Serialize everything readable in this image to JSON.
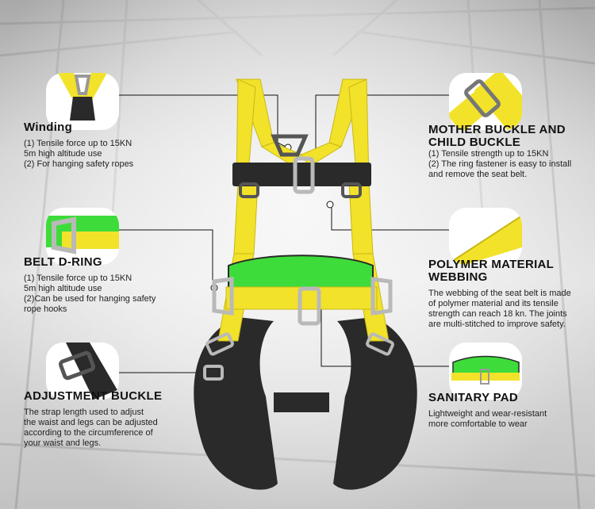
{
  "features": {
    "winding": {
      "title": "Winding",
      "lines": [
        "(1) Tensile force up to 15KN",
        "5m high altitude use",
        "(2) For hanging safety ropes"
      ]
    },
    "belt_d_ring": {
      "title": "BELT D-RING",
      "lines": [
        "(1) Tensile force up to 15KN",
        "5m high altitude use",
        "(2)Can be used for hanging safety",
        " rope hooks"
      ]
    },
    "adjustment_buckle": {
      "title": "ADJUSTMENT BUCKLE",
      "lines": [
        "The strap length used to adjust",
        "the waist and legs can be adjusted",
        "according to the circumference of",
        "your waist and legs."
      ]
    },
    "mother_buckle": {
      "title_line1": "MOTHER BUCKLE AND",
      "title_line2": "CHILD BUCKLE",
      "lines": [
        "(1) Tensile strength up to 15KN",
        "(2) The ring fastener is easy to install",
        "and remove the seat belt."
      ]
    },
    "polymer_webbing": {
      "title_line1": "POLYMER MATERIAL",
      "title_line2": "WEBBING",
      "lines": [
        "The webbing of the seat belt is made",
        "of polymer material and its tensile",
        "strength can reach 18 kn. The joints",
        "are multi-stitched to improve safety."
      ]
    },
    "sanitary_pad": {
      "title": "SANITARY PAD",
      "lines": [
        "Lightweight and wear-resistant",
        "more comfortable to wear"
      ]
    }
  },
  "colors": {
    "webbing_yellow": "#f2e22a",
    "pad_green": "#3ddc3a",
    "strap_black": "#2a2a2a",
    "buckle_metal": "#b9b9b9"
  }
}
